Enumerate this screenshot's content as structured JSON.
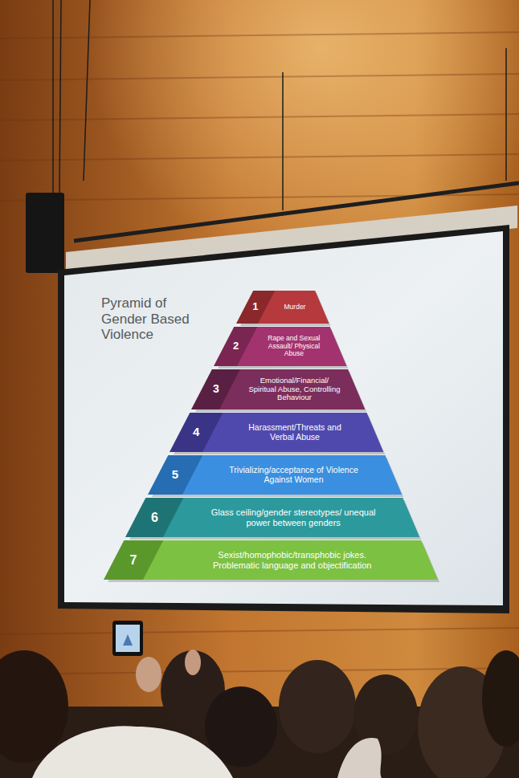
{
  "diagram": {
    "title": "Pyramid of Gender Based Violence",
    "nodes": [
      {
        "text": [
          "1",
          "Murder"
        ]
      },
      {
        "text": [
          "2",
          "Rape and Sexual Assault/ Physical Abuse"
        ]
      },
      {
        "text": [
          "3",
          "Emotional/Financial/ Spiritual Abuse, Controlling Behaviour"
        ]
      },
      {
        "text": [
          "4",
          "Harassment/Threats and Verbal Abuse"
        ]
      },
      {
        "text": [
          "5",
          "Trivializing/acceptance of Violence Against Women"
        ]
      },
      {
        "text": [
          "6",
          "Glass ceiling/gender stereotypes/ unequal power between genders"
        ]
      },
      {
        "text": [
          "7",
          "Sexist/homophobic/transphobic jokes. Problematic language and objectification"
        ]
      }
    ]
  }
}
